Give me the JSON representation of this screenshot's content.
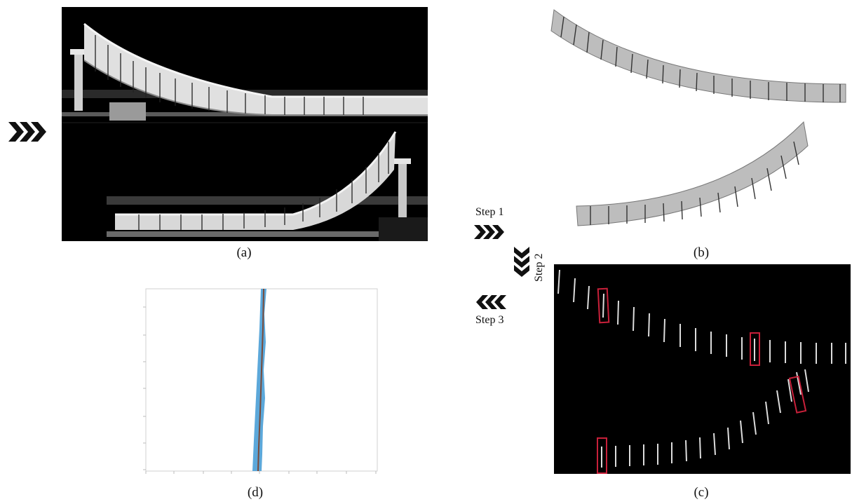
{
  "captions": {
    "a": "(a)",
    "b": "(b)",
    "c": "(c)",
    "d": "(d)"
  },
  "steps": {
    "step1": "Step 1",
    "step2": "Step 2",
    "step3": "Step 3"
  },
  "icons": {
    "entry_arrow": "triple-chevron-right-icon",
    "step1_arrow": "triple-chevron-right-icon",
    "step2_arrow": "triple-chevron-down-icon",
    "step3_arrow": "triple-chevron-left-icon"
  },
  "colors": {
    "photo_background": "#000000",
    "highlight_box": "#c8203a",
    "plot_band": "#4a9fd6",
    "plot_line": "#7a4a3a"
  }
}
